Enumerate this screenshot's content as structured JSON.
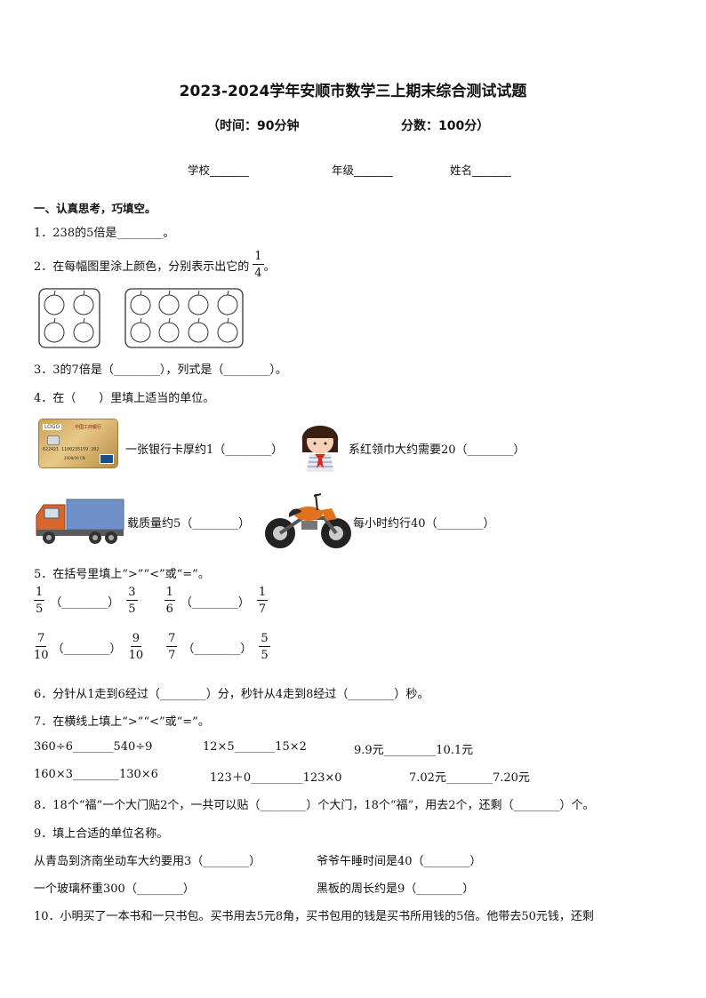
{
  "header": {
    "title": "2023-2024学年安顺市数学三上期末综合测试试题",
    "time": "（时间：90分钟",
    "score": "分数：100分）"
  },
  "info": {
    "school": "学校_______",
    "grade": "年级_______",
    "name": "姓名_______"
  },
  "section1": "一、认真思考，巧填空。",
  "q1": "1．238的5倍是________。",
  "q2": {
    "text": "2．在每幅图里涂上颜色，分别表示出它的",
    "frac_num": "1",
    "frac_den": "4",
    "end": "。"
  },
  "q3": "3．3的7倍是（________），列式是（________）。",
  "q4": {
    "text": "4．在（　　）里填上适当的单位。",
    "card_logo": "LOGO",
    "card_bank": "中国工商银行",
    "card_number": "622421 1100235159 202",
    "card_date": "2008/09  CN",
    "items": [
      "一张银行卡厚约1（________）",
      "系红领巾大约需要20（________）",
      "载质量约5（________）",
      "每小时约行40（________）"
    ]
  },
  "q5": {
    "text": "5．在括号里填上“>”“<”或“=”。",
    "blank": "（________）",
    "f": [
      {
        "n": "1",
        "d": "5"
      },
      {
        "n": "3",
        "d": "5"
      },
      {
        "n": "1",
        "d": "6"
      },
      {
        "n": "1",
        "d": "7"
      },
      {
        "n": "7",
        "d": "10"
      },
      {
        "n": "9",
        "d": "10"
      },
      {
        "n": "7",
        "d": "7"
      },
      {
        "n": "5",
        "d": "5"
      }
    ]
  },
  "q6": "6．分针从1走到6经过（________）分，秒针从4走到8经过（________）秒。",
  "q7": {
    "text": "7．在横线上填上“>”“<”或“=”。",
    "items": [
      "360÷6_______540÷9",
      "12×5_______15×2",
      "9.9元_________10.1元",
      "160×3________130×6",
      "123＋0_________123×0",
      "7.02元________7.20元"
    ]
  },
  "q8": "8．18个“福”一个大门贴2个，一共可以贴（________）个大门，18个“福”，用去2个，还剩（________）个。",
  "q9": {
    "text": "9．填上合适的单位名称。",
    "items": [
      "从青岛到济南坐动车大约要用3（________）",
      "爷爷午睡时间是40（________）",
      "一个玻璃杯重300（________）",
      "黑板的周长约是9（________）"
    ]
  },
  "q10": "10．小明买了一本书和一只书包。买书用去5元8角，买书包用的钱是买书所用钱的5倍。他带去50元钱，还剩"
}
